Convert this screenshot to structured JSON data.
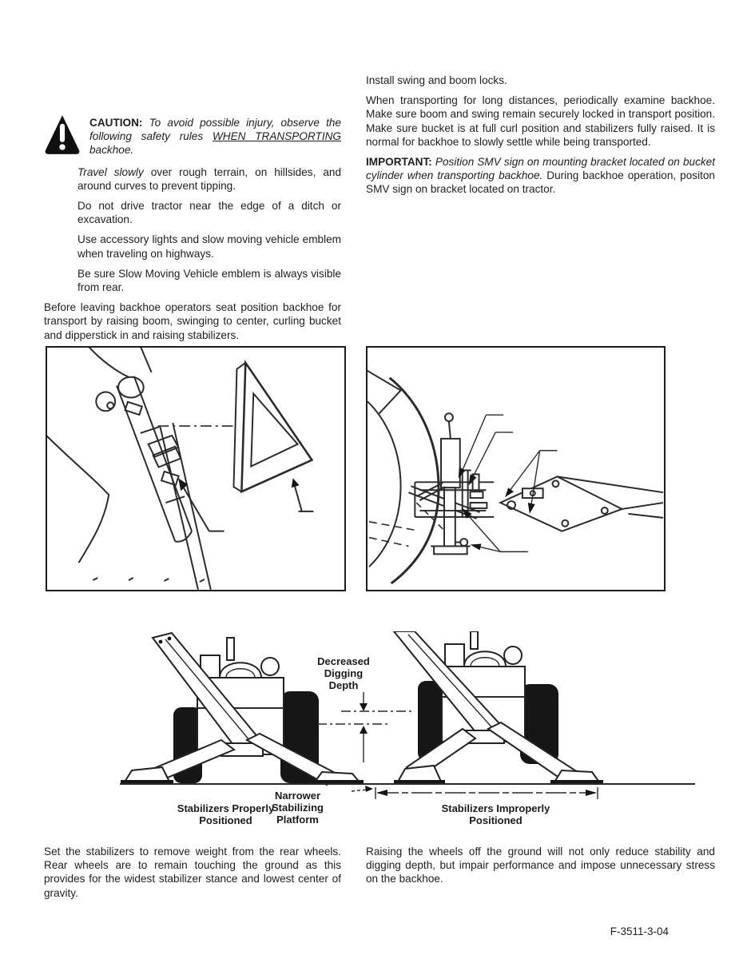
{
  "icons": {
    "caution": "warning-triangle-icon"
  },
  "left_column": {
    "caution": {
      "label": "CAUTION:",
      "pre": " To avoid possible injury, observe the following safety rules ",
      "underlined": "WHEN TRANSPORTING",
      "post": " backhoe."
    },
    "travel": {
      "lead": "Travel slowly",
      "rest": " over rough terrain, on hillsides, and around curves to prevent tipping."
    },
    "ditch": "Do not drive tractor near the edge of a ditch or excavation.",
    "lights": "Use accessory lights and slow moving vehicle emblem when traveling on highways.",
    "visible": "Be sure Slow Moving Vehicle emblem is always visible from rear.",
    "before_leaving": "Before leaving backhoe operators seat position backhoe for transport by raising boom, swinging to center, curling bucket and dipperstick in and raising stabilizers."
  },
  "right_column": {
    "install": "Install swing and boom locks.",
    "transporting": "When transporting for long distances, periodically examine backhoe. Make sure boom and swing remain securely locked in transport position. Make sure bucket is at full curl position and stabilizers fully raised. It is normal for backhoe to slowly settle while being transported.",
    "important": {
      "label": "IMPORTANT:",
      "italic": " Position SMV sign on mounting bracket located on bucket cylinder when transporting backhoe.",
      "rest": " During backhoe operation, positon SMV sign on bracket located on tractor."
    }
  },
  "figure_labels": {
    "decreased_digging_depth": "Decreased\nDigging\nDepth",
    "stabilizers_properly": "Stabilizers Properly\nPositioned",
    "narrower_platform": "Narrower\nStabilizing\nPlatform",
    "stabilizers_improperly": "Stabilizers Improperly\nPositioned"
  },
  "bottom_text": {
    "left": "Set the stabilizers to remove weight from the rear wheels. Rear wheels are to remain touching the ground as this provides for the widest stabilizer stance and lowest center of gravity.",
    "right": "Raising the wheels off the ground will not only reduce stability and digging depth, but impair performance and impose unnecessary stress on the backhoe."
  },
  "footer": {
    "code": "F-3511-3-04"
  }
}
